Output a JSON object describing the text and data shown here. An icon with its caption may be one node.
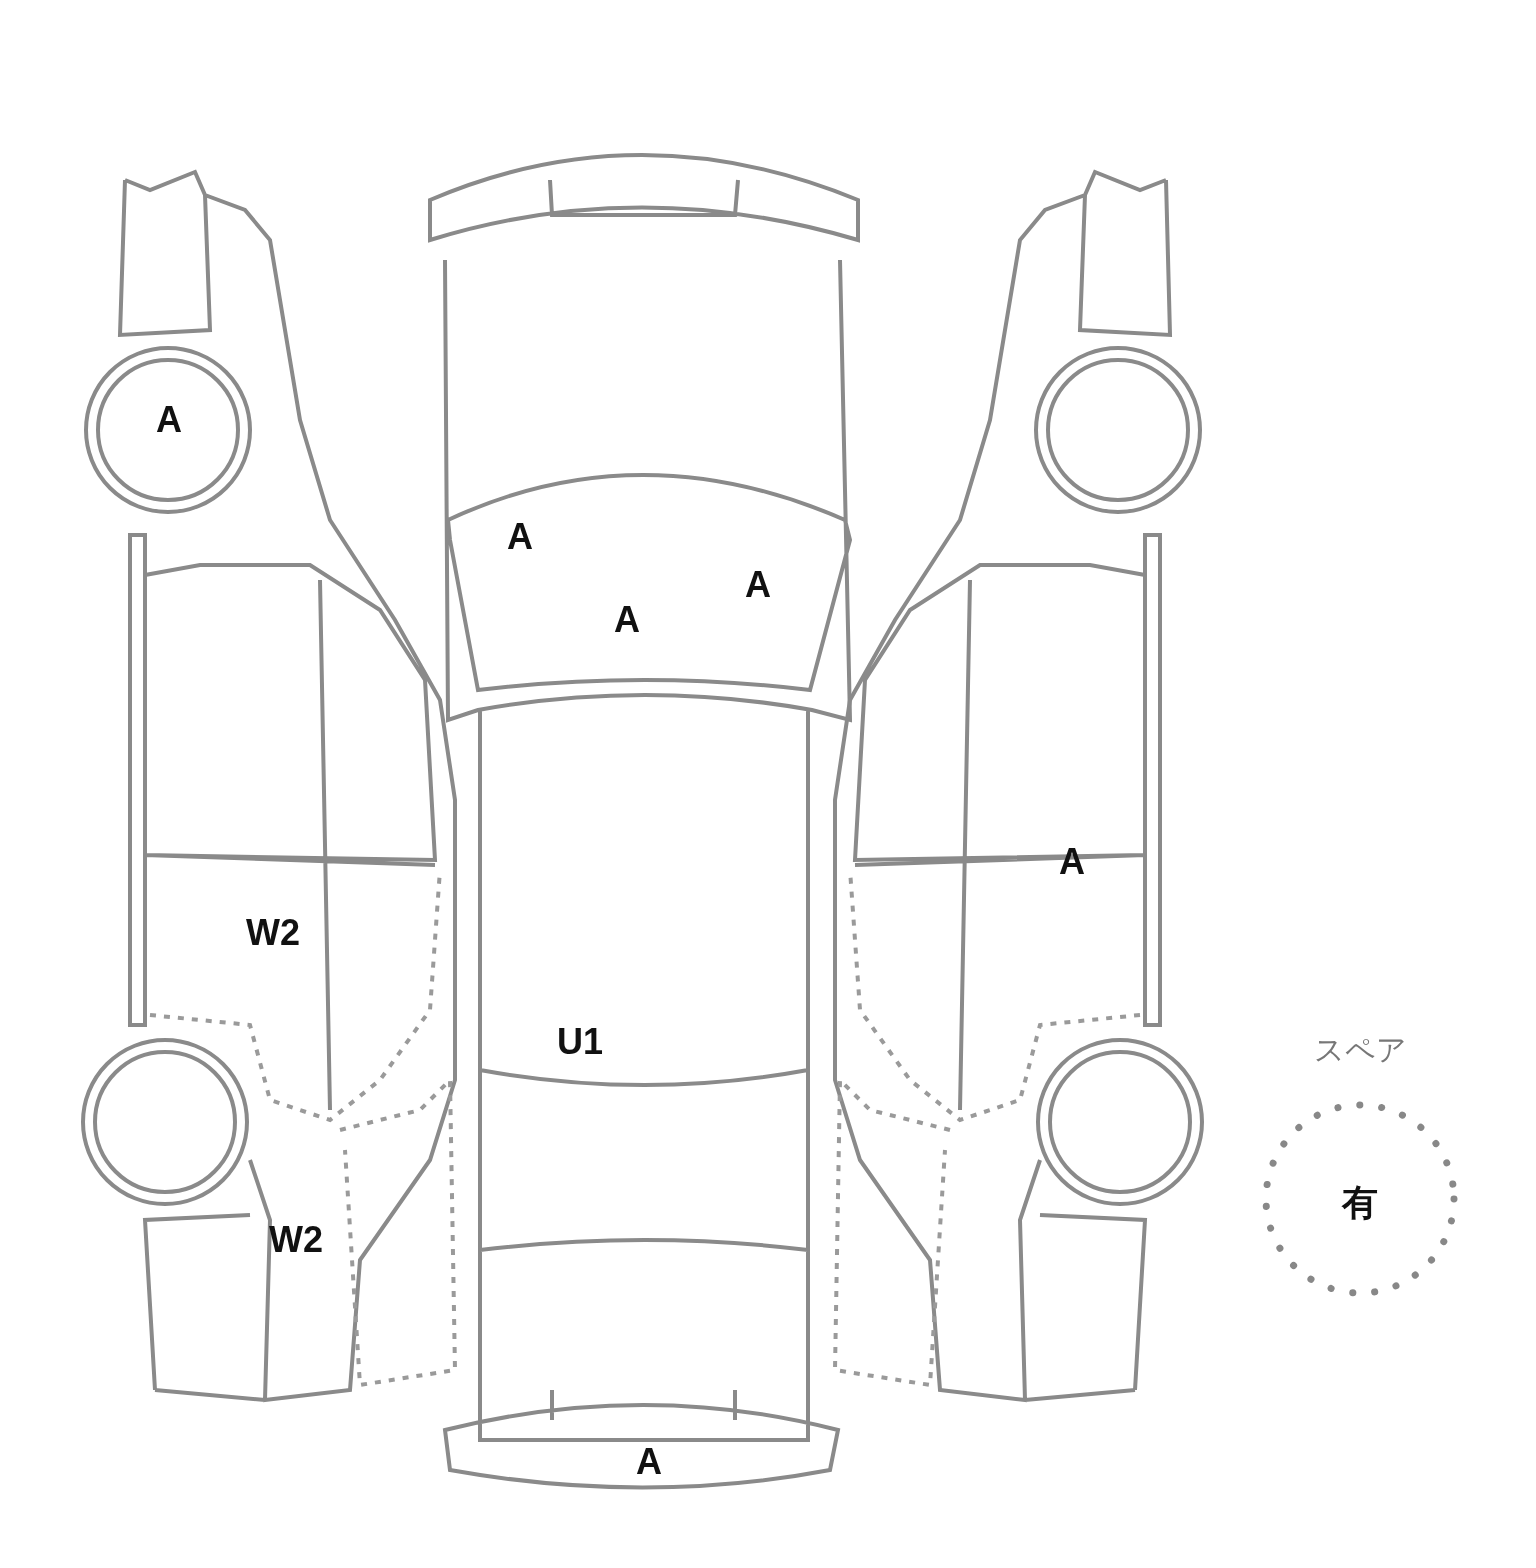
{
  "diagram": {
    "nodes": [
      {
        "text": [
          "スペア",
          "有"
        ]
      }
    ],
    "labels": [
      "A",
      "A",
      "A",
      "A",
      "A",
      "W2",
      "U1",
      "W2",
      "A"
    ]
  }
}
